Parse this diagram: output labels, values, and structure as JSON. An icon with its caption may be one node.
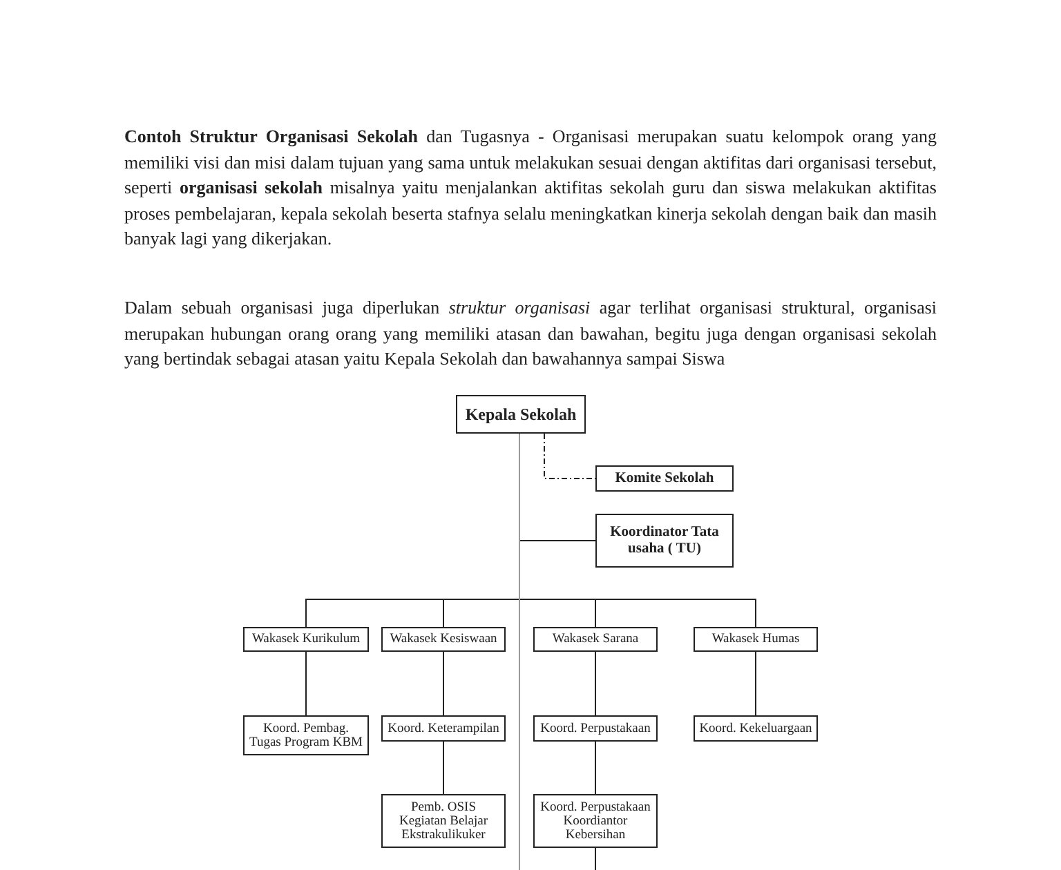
{
  "diagram": {
    "nodes": [
      {
        "text": [
          "Kepala Sekolah"
        ]
      },
      {
        "text": [
          "Komite Sekolah"
        ]
      },
      {
        "text": [
          "Koordinator Tata usaha ( TU)"
        ]
      },
      {
        "text": [
          "Wakasek Kurikulum"
        ]
      },
      {
        "text": [
          "Wakasek Kesiswaan"
        ]
      },
      {
        "text": [
          "Wakasek Sarana"
        ]
      },
      {
        "text": [
          "Wakasek Humas"
        ]
      },
      {
        "text": [
          "Koord. Pembag. Tugas Program KBM"
        ]
      },
      {
        "text": [
          "Koord. Keterampilan"
        ]
      },
      {
        "text": [
          "Koord. Perpustakaan"
        ]
      },
      {
        "text": [
          "Koord. Kekeluargaan"
        ]
      },
      {
        "text": [
          "Pemb. OSIS Kegiatan Belajar Ekstrakulikuker"
        ]
      },
      {
        "text": [
          "Koord. Perpustakaan Koordiantor Kebersihan"
        ]
      }
    ],
    "edges": [
      {
        "from": 0,
        "to": 1,
        "arrow": "none",
        "style": "dashed"
      },
      {
        "from": 0,
        "to": 2,
        "arrow": "none"
      },
      {
        "from": 0,
        "to": 3,
        "arrow": "none"
      },
      {
        "from": 0,
        "to": 4,
        "arrow": "none"
      },
      {
        "from": 0,
        "to": 5,
        "arrow": "none"
      },
      {
        "from": 0,
        "to": 6,
        "arrow": "none"
      },
      {
        "from": 3,
        "to": 7,
        "arrow": "none"
      },
      {
        "from": 4,
        "to": 8,
        "arrow": "none"
      },
      {
        "from": 5,
        "to": 9,
        "arrow": "none"
      },
      {
        "from": 6,
        "to": 10,
        "arrow": "none"
      },
      {
        "from": 8,
        "to": 11,
        "arrow": "none"
      },
      {
        "from": 9,
        "to": 12,
        "arrow": "none"
      },
      {
        "from": 0,
        "to": null,
        "arrow": "none",
        "color": "#999999"
      },
      {
        "from": 12,
        "to": null,
        "arrow": "none"
      }
    ],
    "labels": [
      "**Contoh Struktur Organisasi Sekolah** dan Tugasnya - Organisasi merupakan suatu kelompok orang yang memiliki visi dan misi dalam tujuan yang sama untuk melakukan sesuai dengan aktifitas dari organisasi tersebut, seperti **organisasi sekolah** misalnya yaitu menjalankan aktifitas sekolah guru dan siswa melakukan aktifitas proses pembelajaran, kepala sekolah beserta stafnya selalu meningkatkan kinerja sekolah dengan baik dan masih banyak lagi yang dikerjakan.",
      "Dalam sebuah organisasi juga diperlukan *struktur organisasi* agar terlihat organisasi struktural, organisasi merupakan hubungan orang orang yang memiliki atasan dan bawahan, begitu juga dengan organisasi sekolah yang bertindak sebagai atasan yaitu Kepala Sekolah dan bawahannya sampai Siswa"
    ]
  }
}
